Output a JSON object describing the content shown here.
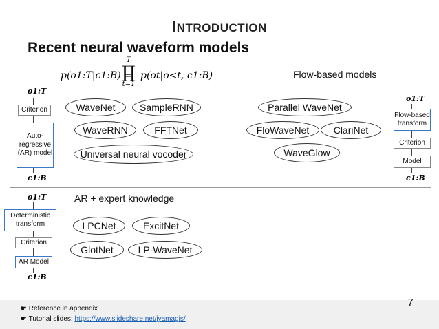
{
  "slide": {
    "title_first": "I",
    "title_rest": "NTRODUCTION",
    "subtitle": "Recent neural waveform models",
    "page_number": "7"
  },
  "formula": {
    "lhs": "p(o1:T|c1:B) =",
    "prod_upper": "T",
    "prod_symbol": "∏",
    "prod_lower": "t=1",
    "rhs": "p(ot|o<t, c1:B)"
  },
  "ar_section": {
    "top_var": "o1:T",
    "bottom_var": "c1:B",
    "criterion": "Criterion",
    "model": "Auto-\nregressive\n(AR) model",
    "models": [
      "WaveNet",
      "SampleRNN",
      "WaveRNN",
      "FFTNet",
      "Universal neural vocoder"
    ]
  },
  "flow_section": {
    "heading": "Flow-based models",
    "top_var": "o1:T",
    "bottom_var": "c1:B",
    "transform": "Flow-based transform",
    "criterion": "Criterion",
    "model": "Model",
    "models": [
      "Parallel WaveNet",
      "FloWaveNet",
      "ClariNet",
      "WaveGlow"
    ]
  },
  "expert_section": {
    "heading": "AR + expert knowledge",
    "top_var": "o1:T",
    "bottom_var": "c1:B",
    "transform": "Deterministic transform",
    "criterion": "Criterion",
    "model": "AR Model",
    "models": [
      "LPCNet",
      "ExcitNet",
      "GlotNet",
      "LP-WaveNet"
    ]
  },
  "footer": {
    "bullet": "☛",
    "ref_text": "Reference in appendix",
    "tutorial_label": "Tutorial slides: ",
    "tutorial_link": "https://www.slideshare.net/jyamagis/"
  }
}
